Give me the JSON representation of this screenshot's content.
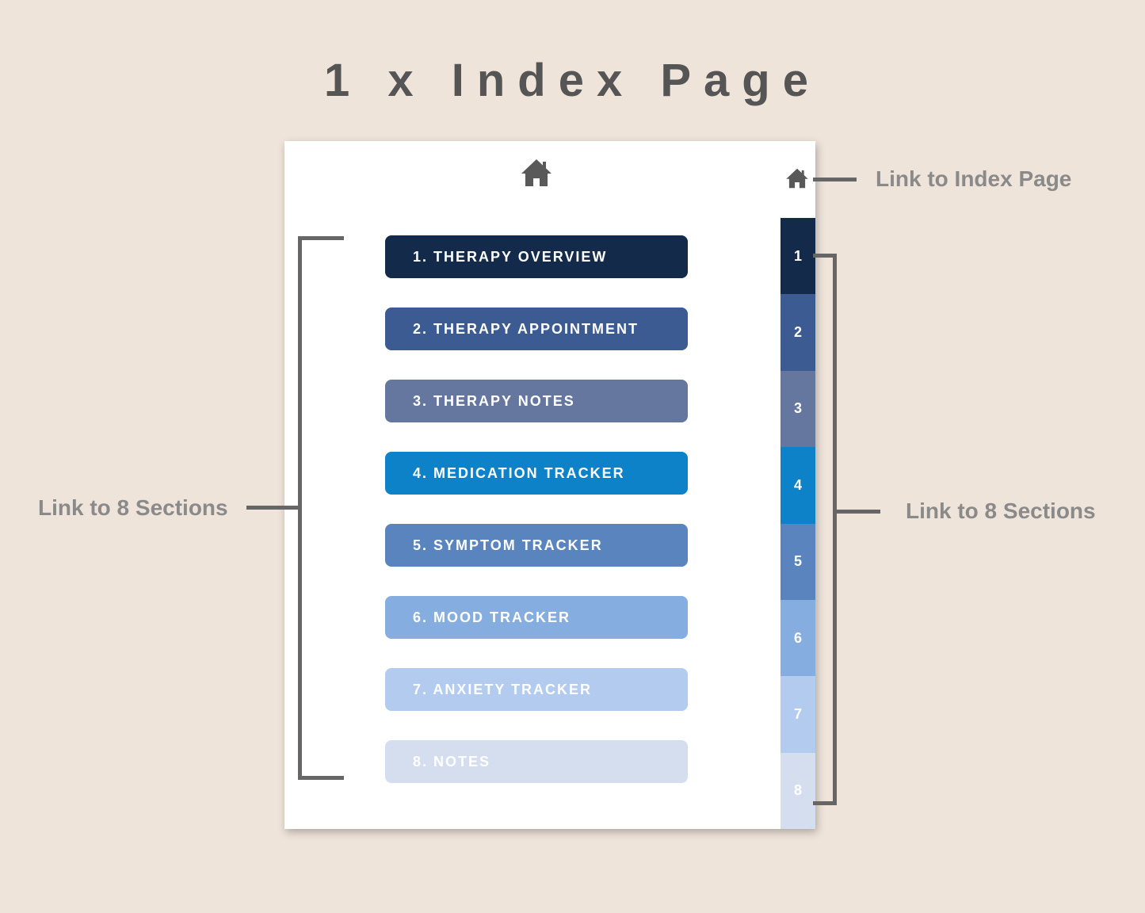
{
  "title": "1 x Index Page",
  "annotations": {
    "index_link": "Link to Index Page",
    "left_sections": "Link to 8 Sections",
    "right_sections": "Link to 8 Sections"
  },
  "icons": {
    "main_home": "home-icon",
    "tab_home": "home-icon"
  },
  "sections": [
    {
      "label": "1. THERAPY OVERVIEW",
      "color": "#142a4a"
    },
    {
      "label": "2. THERAPY APPOINTMENT",
      "color": "#3c5b92"
    },
    {
      "label": "3. THERAPY NOTES",
      "color": "#65779e"
    },
    {
      "label": "4. MEDICATION TRACKER",
      "color": "#0e82c9"
    },
    {
      "label": "5. SYMPTOM TRACKER",
      "color": "#5a84bd"
    },
    {
      "label": "6. MOOD TRACKER",
      "color": "#86ade0"
    },
    {
      "label": "7. ANXIETY TRACKER",
      "color": "#b3cbee"
    },
    {
      "label": "8. NOTES",
      "color": "#d5deef"
    }
  ],
  "tabs": [
    {
      "label": "1",
      "color": "#142a4a"
    },
    {
      "label": "2",
      "color": "#3c5b92"
    },
    {
      "label": "3",
      "color": "#65779e"
    },
    {
      "label": "4",
      "color": "#0e82c9"
    },
    {
      "label": "5",
      "color": "#5a84bd"
    },
    {
      "label": "6",
      "color": "#86ade0"
    },
    {
      "label": "7",
      "color": "#b3cbee"
    },
    {
      "label": "8",
      "color": "#d5deef"
    }
  ]
}
